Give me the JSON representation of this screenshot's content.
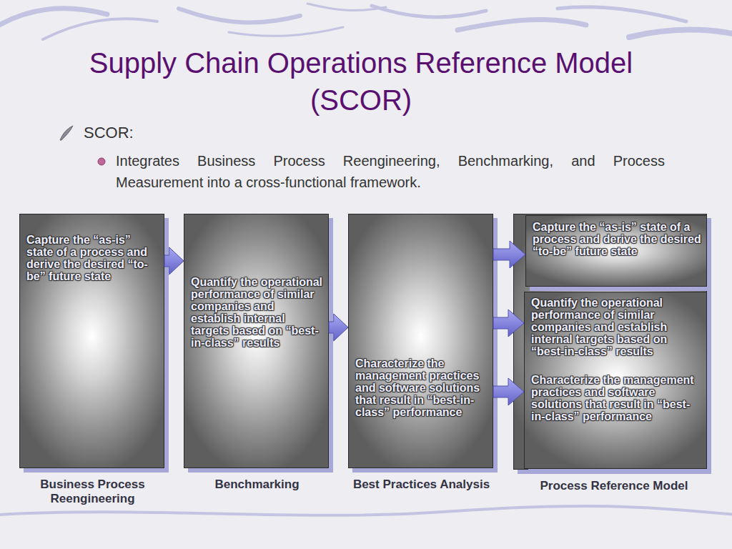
{
  "diagram": {
    "title": "Supply Chain Operations Reference Model (SCOR)",
    "nodes": [
      {
        "text": [
          "Capture the “as-is” state of a process and derive the desired “to-be” future state",
          "Business Process Reengineering"
        ]
      },
      {
        "text": [
          "Quantify the operational performance of similar companies and establish internal targets based on “best-in-class” results",
          "Benchmarking"
        ]
      },
      {
        "text": [
          "Characterize the management practices and software solutions that result in “best-in-class” performance",
          "Best Practices Analysis"
        ]
      },
      {
        "text": [
          "Process Reference Model"
        ]
      },
      {
        "text": [
          "Capture the “as-is” state of a process and derive the desired “to-be” future state"
        ],
        "in": 3
      },
      {
        "text": [
          "Quantify the operational performance of similar companies and establish internal targets based on “best-in-class” results",
          "Characterize the management practices and software solutions that result in “best-in-class” performance"
        ],
        "in": 3
      }
    ],
    "edges": [
      {
        "from": 0,
        "to": 1,
        "arrow": "to"
      },
      {
        "from": 1,
        "to": 2,
        "arrow": "to"
      },
      {
        "from": 2,
        "to": 4,
        "arrow": "to"
      },
      {
        "from": 2,
        "to": 5,
        "arrow": "to"
      },
      {
        "from": 2,
        "to": 5,
        "arrow": "to"
      }
    ],
    "labels": [
      "SCOR:",
      "Integrates Business Process Reengineering, Benchmarking, and Process Measurement into a cross-functional framework."
    ]
  }
}
